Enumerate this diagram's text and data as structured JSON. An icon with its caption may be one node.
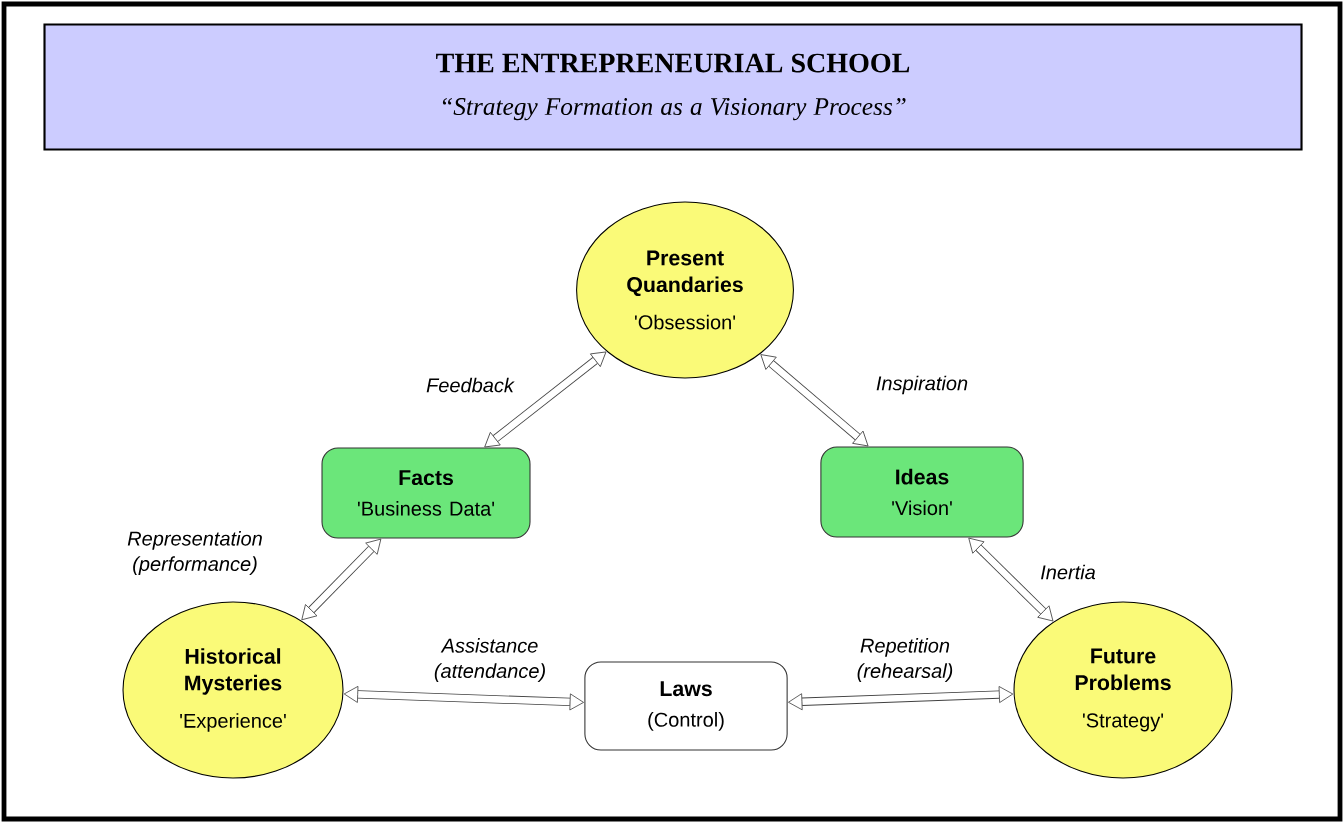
{
  "diagram": {
    "nodes": [
      {
        "text": [
          "THE ENTREPRENEURIAL SCHOOL",
          "“Strategy Formation as a Visionary Process”"
        ]
      },
      {
        "text": [
          "Present Quandaries",
          "'Obsession'"
        ]
      },
      {
        "text": [
          "Facts",
          "'Business Data'"
        ]
      },
      {
        "text": [
          "Ideas",
          "'Vision'"
        ]
      },
      {
        "text": [
          "Historical Mysteries",
          "'Experience'"
        ]
      },
      {
        "text": [
          "Laws",
          "(Control)"
        ]
      },
      {
        "text": [
          "Future Problems",
          "'Strategy'"
        ]
      }
    ],
    "edges": [
      {
        "from": 2,
        "to": 1,
        "arrow": "both",
        "label": "Feedback"
      },
      {
        "from": 1,
        "to": 3,
        "arrow": "both",
        "label": "Inspiration"
      },
      {
        "from": 2,
        "to": 4,
        "arrow": "both",
        "label": "Representation (performance)"
      },
      {
        "from": 3,
        "to": 6,
        "arrow": "both",
        "label": "Inertia"
      },
      {
        "from": 4,
        "to": 5,
        "arrow": "both",
        "label": "Assistance (attendance)"
      },
      {
        "from": 5,
        "to": 6,
        "arrow": "both",
        "label": "Repetition (rehearsal)"
      }
    ]
  }
}
